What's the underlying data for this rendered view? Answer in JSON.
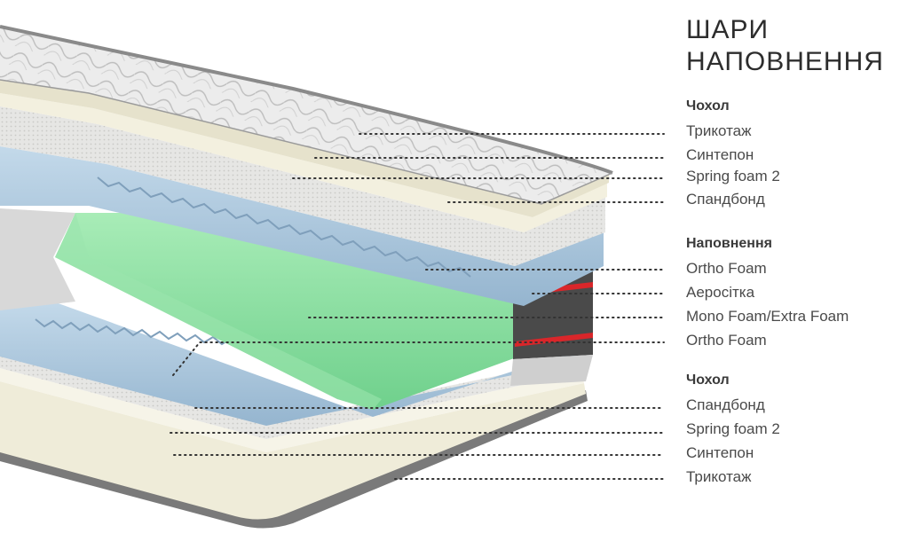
{
  "title": {
    "line1": "ШАРИ",
    "line2": "НАПОВНЕННЯ"
  },
  "sections": [
    {
      "heading": "Чохол",
      "items": [
        "Трикотаж",
        "Синтепон",
        "Spring foam 2",
        "Спандбонд"
      ]
    },
    {
      "heading": "Наповнення",
      "items": [
        "Ortho Foam",
        "Аеросітка",
        "Mono Foam/Extra Foam",
        "Ortho Foam"
      ]
    },
    {
      "heading": "Чохол",
      "items": [
        "Спандбонд",
        "Spring foam 2",
        "Синтепон",
        "Трикотаж"
      ]
    }
  ],
  "colors": {
    "core_foam": "#8fe0a6",
    "ortho_foam": "#a9c6dd",
    "aero_mesh_stripe": "#d9262a",
    "aero_mesh_dark": "#3a3a3a",
    "quilted_cover": "#e4e4e4",
    "cover_edge": "#6f6f6f",
    "batting": "#f0eddc",
    "leader_dots": "#333333"
  }
}
